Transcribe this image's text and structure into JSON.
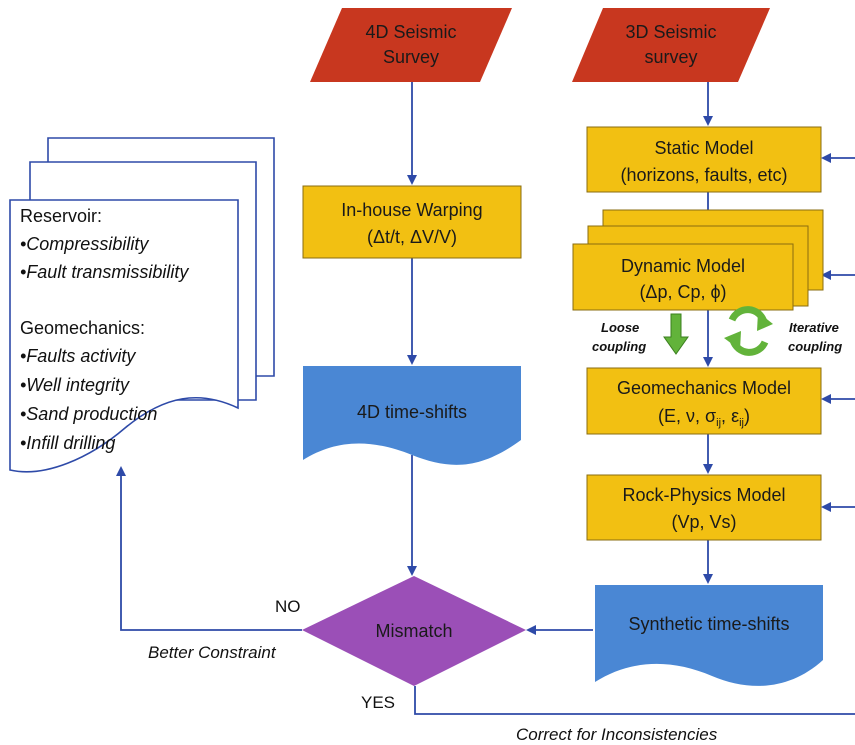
{
  "colors": {
    "survey": "#c8371f",
    "process": "#f2c012",
    "process_border": "#8a6d10",
    "timeshift": "#4a87d4",
    "decision": "#9b4fb7",
    "arrow": "#2e4aa8",
    "coupling_green": "#62b33a"
  },
  "surveys": {
    "s4d": [
      "4D Seismic",
      "Survey"
    ],
    "s3d": [
      "3D Seismic",
      "survey"
    ]
  },
  "boxes": {
    "warping": [
      "In-house Warping",
      "(Δt/t, ΔV/V)"
    ],
    "static": [
      "Static Model",
      "(horizons, faults, etc)"
    ],
    "dynamic": [
      "Dynamic Model",
      "(Δp, Cp, ϕ)"
    ],
    "geomech_title": "Geomechanics Model",
    "geomech_params": {
      "e": "(E, ",
      "nu": "ν, ",
      "sigma": "σ",
      "sigma_sub": "ij",
      "sep": ", ",
      "eps": "ε",
      "eps_sub": "ij",
      "close": ")"
    },
    "rockphys": [
      "Rock-Physics Model",
      "(Vp, Vs)"
    ],
    "ts4d": "4D time-shifts",
    "synthetic": "Synthetic time-shifts",
    "mismatch": "Mismatch"
  },
  "coupling": {
    "loose": [
      "Loose",
      "coupling"
    ],
    "iterative": [
      "Iterative",
      "coupling"
    ]
  },
  "document": {
    "reservoir_heading": "Reservoir:",
    "reservoir_items": [
      "•Compressibility",
      "•Fault transmissibility"
    ],
    "geomech_heading": "Geomechanics:",
    "geomech_items": [
      "•Faults activity",
      "•Well integrity",
      "•Sand production",
      "•Infill drilling"
    ]
  },
  "labels": {
    "no": "NO",
    "yes": "YES",
    "better_constraint": "Better Constraint",
    "correct": "Correct for Inconsistencies"
  }
}
